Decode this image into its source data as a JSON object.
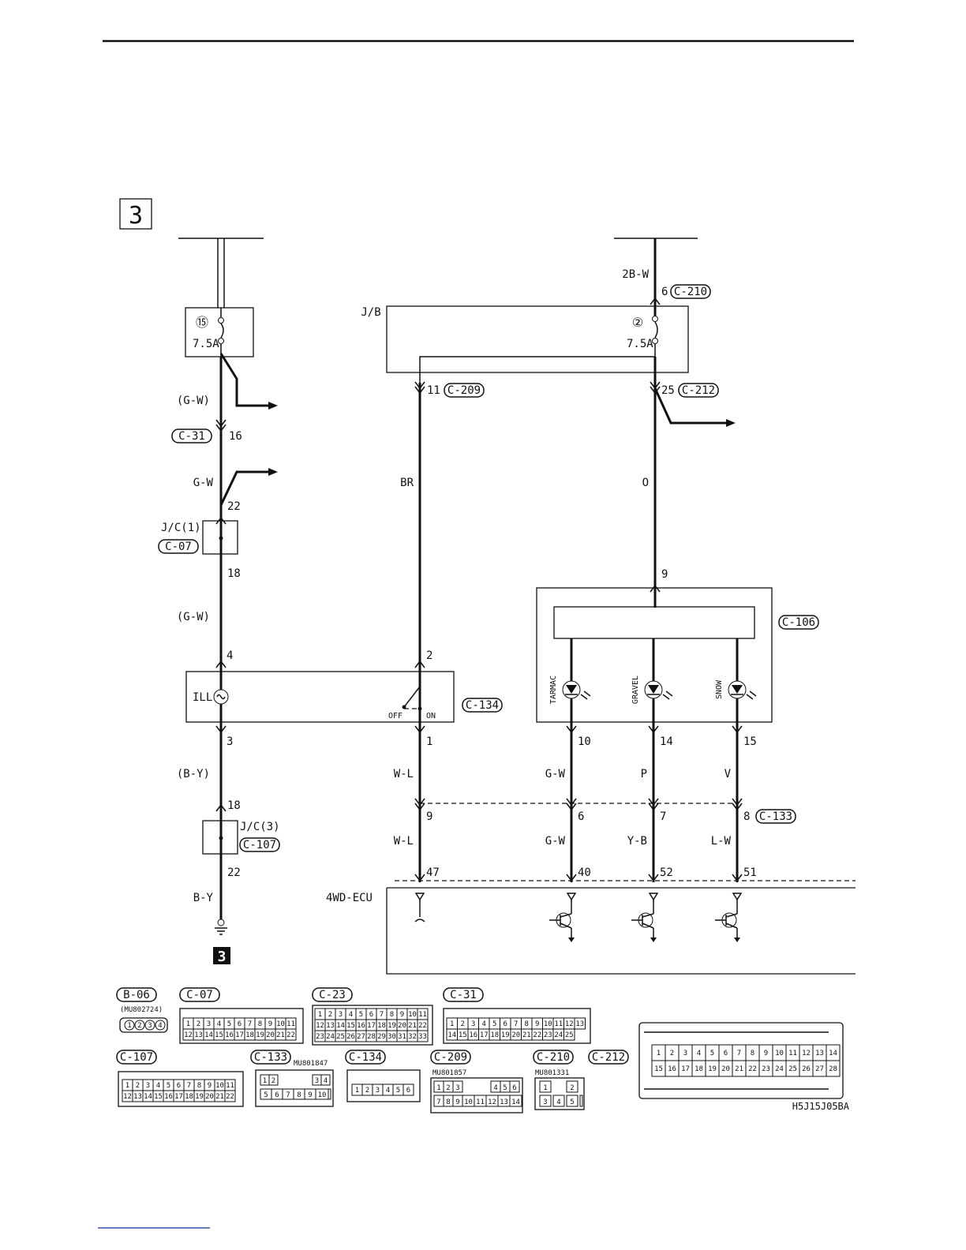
{
  "page_number": "3",
  "ground_badge": "3",
  "junction_block": "J/B",
  "fuse_left": {
    "number": "⑮",
    "rating": "7.5A"
  },
  "fuse_right": {
    "number": "②",
    "rating": "7.5A"
  },
  "wires": {
    "left_top": "(G-W)",
    "left_gw": "G-W",
    "left_mid": "(G-W)",
    "left_by_paren": "(B-Y)",
    "left_by": "B-Y",
    "br": "BR",
    "o": "O",
    "r_top": "2B-W",
    "wl1": "W-L",
    "wl2": "W-L",
    "gw1": "G-W",
    "p": "P",
    "v": "V",
    "gw2": "G-W",
    "yb": "Y-B",
    "lw": "L-W"
  },
  "pins": {
    "c31_pin": "16",
    "p22_top": "22",
    "p18_jc1": "18",
    "p4": "4",
    "p3": "3",
    "p18_jc3": "18",
    "p22_bot": "22",
    "p11": "11",
    "p25": "25",
    "p6_top": "6",
    "p2": "2",
    "p1": "1",
    "p9_ind": "9",
    "p10": "10",
    "p14": "14",
    "p15": "15",
    "p9": "9",
    "p6": "6",
    "p7": "7",
    "p8": "8",
    "p47": "47",
    "p40": "40",
    "p52": "52",
    "p51": "51"
  },
  "connectors": {
    "c31": "C-31",
    "c07": "C-07",
    "c107": "C-107",
    "c209": "C-209",
    "c212": "C-212",
    "c210": "C-210",
    "c106": "C-106",
    "c134": "C-134",
    "c133": "C-133"
  },
  "jc1": "J/C(1)",
  "jc3": "J/C(3)",
  "switch": {
    "ill": "ILL",
    "off": "OFF",
    "on": "ON"
  },
  "indicators": [
    "TARMAC",
    "GRAVEL",
    "SNOW"
  ],
  "ecu_label": "4WD-ECU",
  "legend": {
    "b06": "B-06",
    "b06_part": "(MU802724)",
    "c07": "C-07",
    "c23": "C-23",
    "c31": "C-31",
    "c107": "C-107",
    "c133": "C-133",
    "c133_part": "MU801847",
    "c134": "C-134",
    "c209": "C-209",
    "c209_part": "MU801857",
    "c210": "C-210",
    "c210_part": "MU801331",
    "c212": "C-212"
  },
  "figure_code": "H5J15J05BA"
}
